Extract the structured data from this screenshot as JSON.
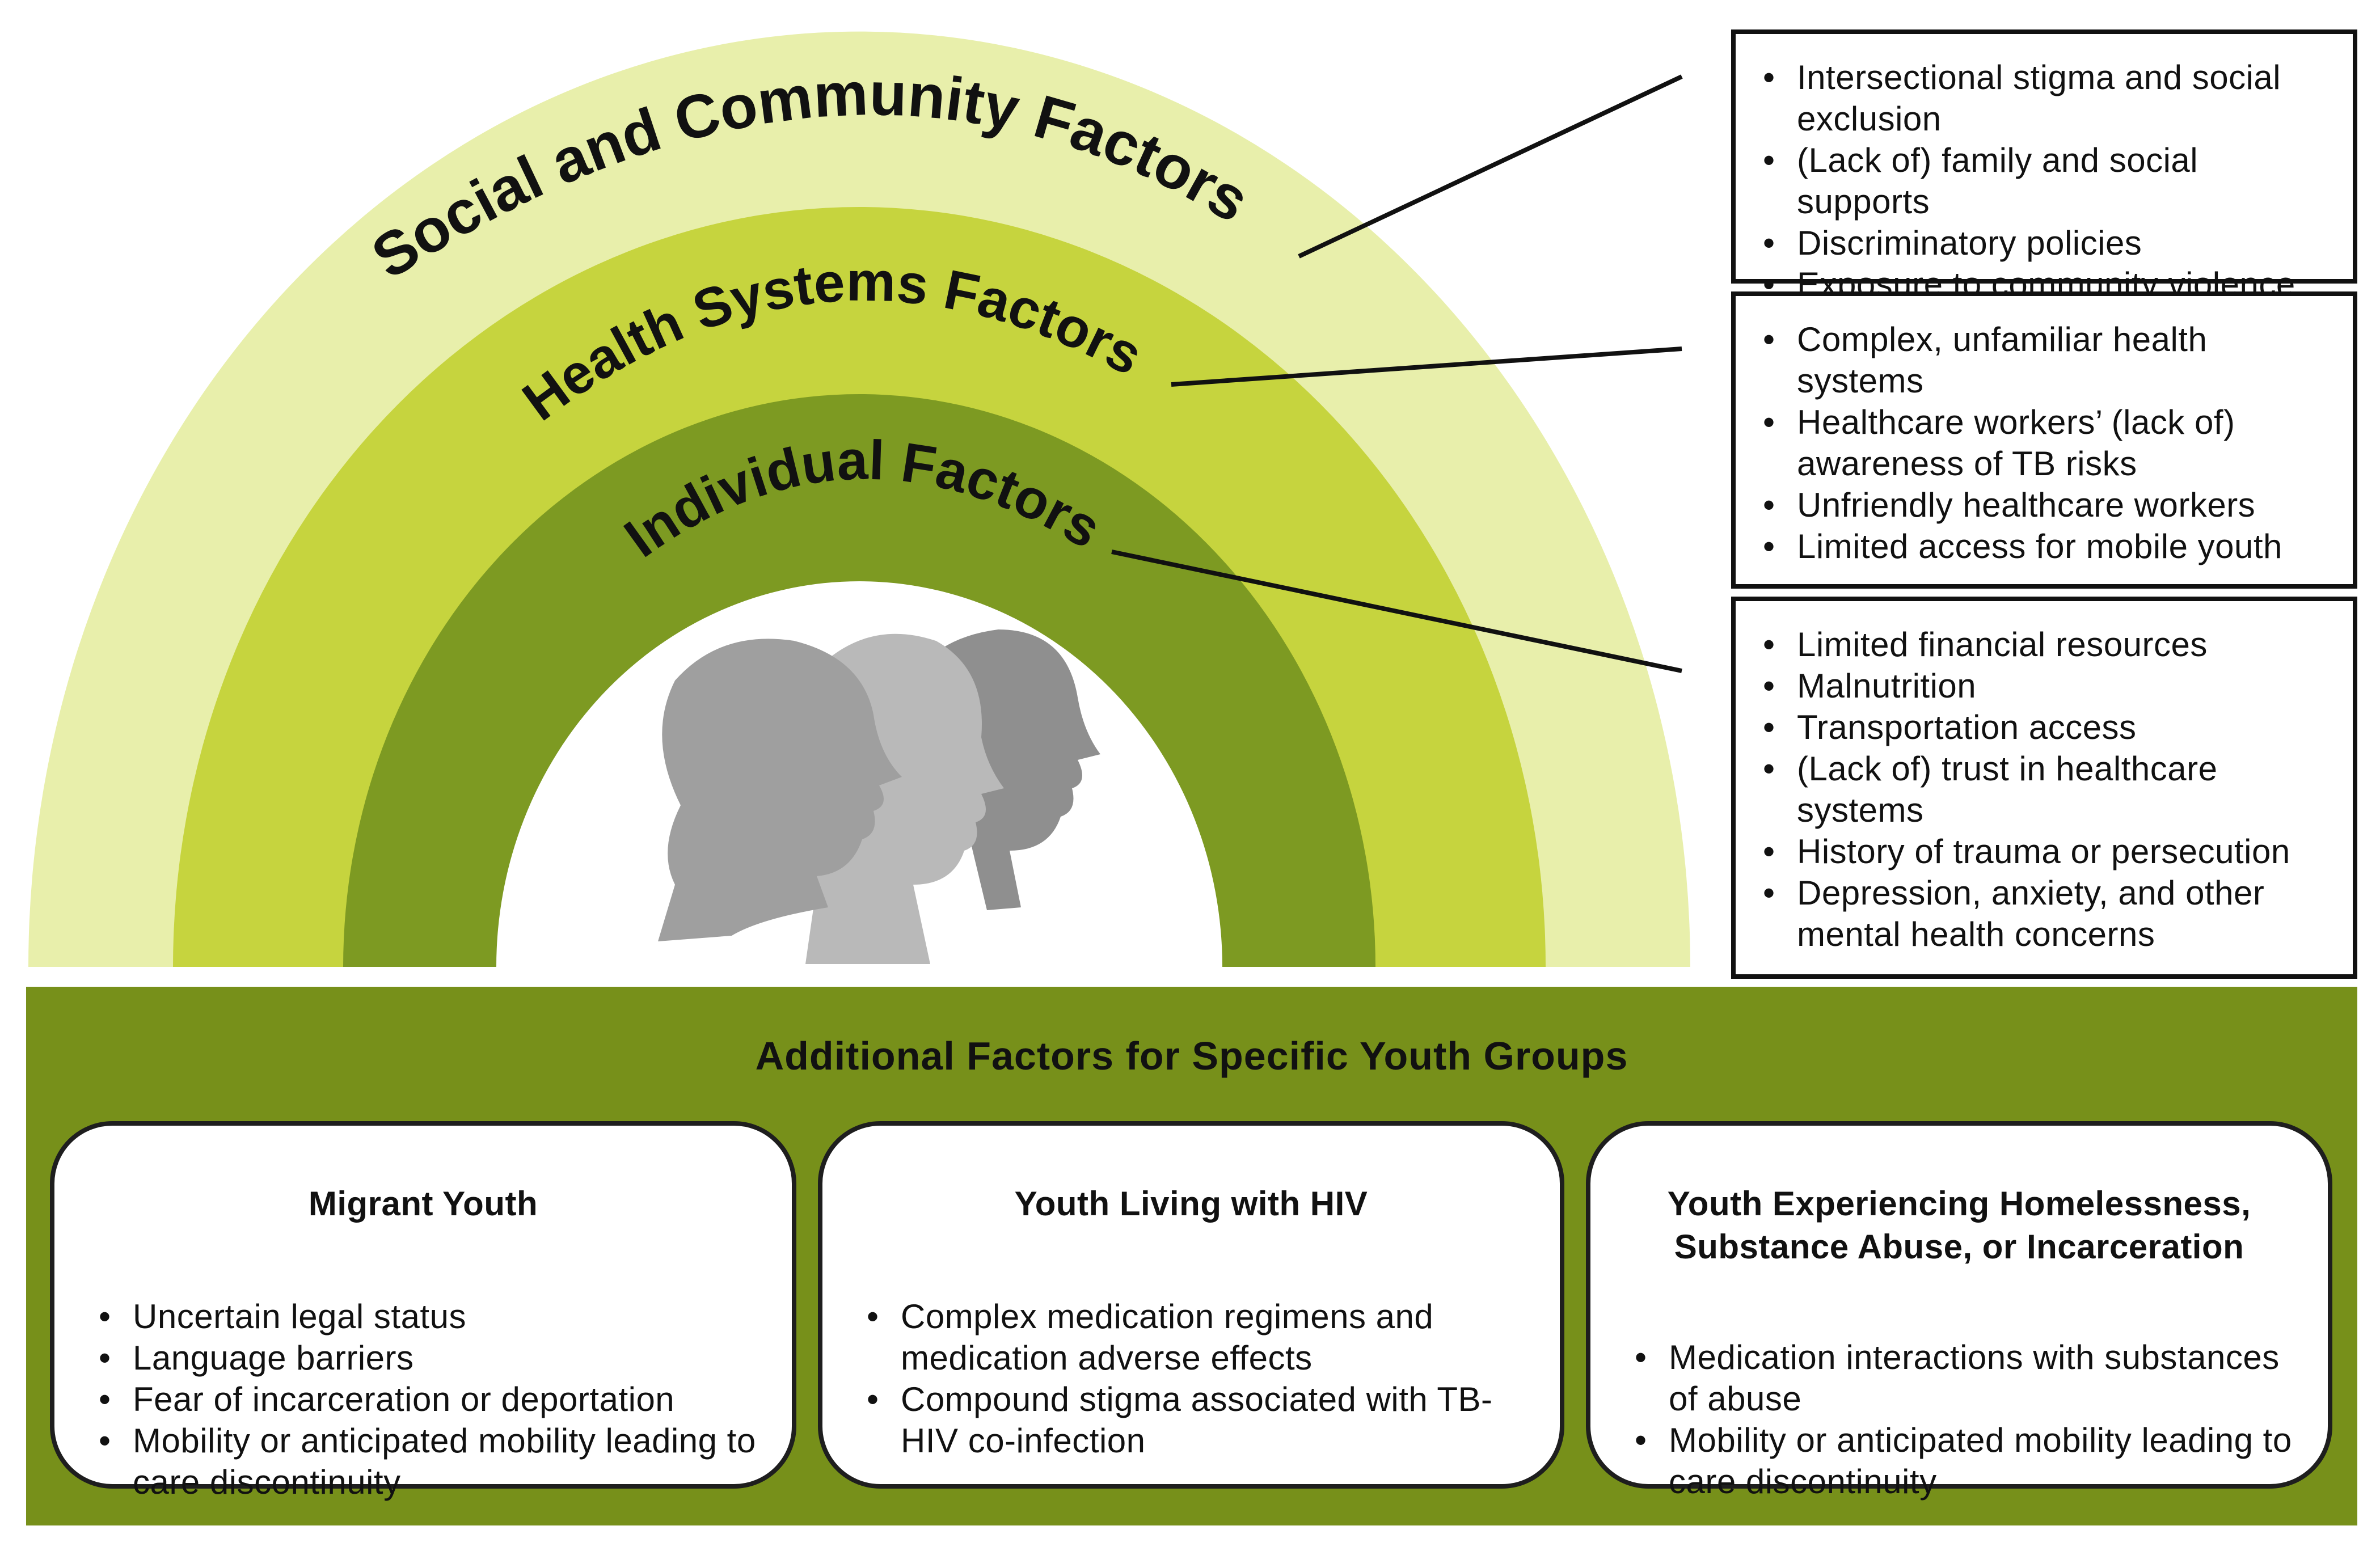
{
  "colors": {
    "outer_ring": "#e8efab",
    "middle_ring": "#c6d43e",
    "inner_ring": "#7d9a22",
    "additional_band": "#77901a",
    "silhouettes": [
      "#9f9f9f",
      "#b9b9b9",
      "#8f8f8f"
    ]
  },
  "rings": {
    "social": "Social and Community Factors",
    "health": "Health Systems Factors",
    "individual": "Individual Factors"
  },
  "boxes": {
    "social": [
      "Intersectional stigma and social exclusion",
      "(Lack of) family and social supports",
      "Discriminatory policies",
      "Exposure to community violence"
    ],
    "health": [
      "Complex, unfamiliar health systems",
      "Healthcare workers’ (lack of) awareness of TB risks",
      "Unfriendly healthcare workers",
      "Limited access for mobile youth"
    ],
    "individual": [
      "Limited financial resources",
      "Malnutrition",
      "Transportation access",
      "(Lack of) trust in healthcare systems",
      "History of trauma or persecution",
      "Depression, anxiety, and other mental health concerns"
    ]
  },
  "additional": {
    "title": "Additional Factors for Specific Youth Groups",
    "groups": [
      {
        "title": "Migrant Youth",
        "items": [
          "Uncertain legal status",
          "Language barriers",
          "Fear of incarceration or deportation",
          "Mobility or anticipated mobility leading to care discontinuity"
        ]
      },
      {
        "title": "Youth Living with HIV",
        "items": [
          "Complex medication regimens and medication adverse effects",
          "Compound stigma associated with TB-HIV co-infection"
        ]
      },
      {
        "title": "Youth Experiencing Homelessness, Substance Abuse, or Incarceration",
        "items": [
          "Medication interactions with substances of abuse",
          "Mobility or anticipated mobility leading to care discontinuity"
        ]
      }
    ]
  }
}
